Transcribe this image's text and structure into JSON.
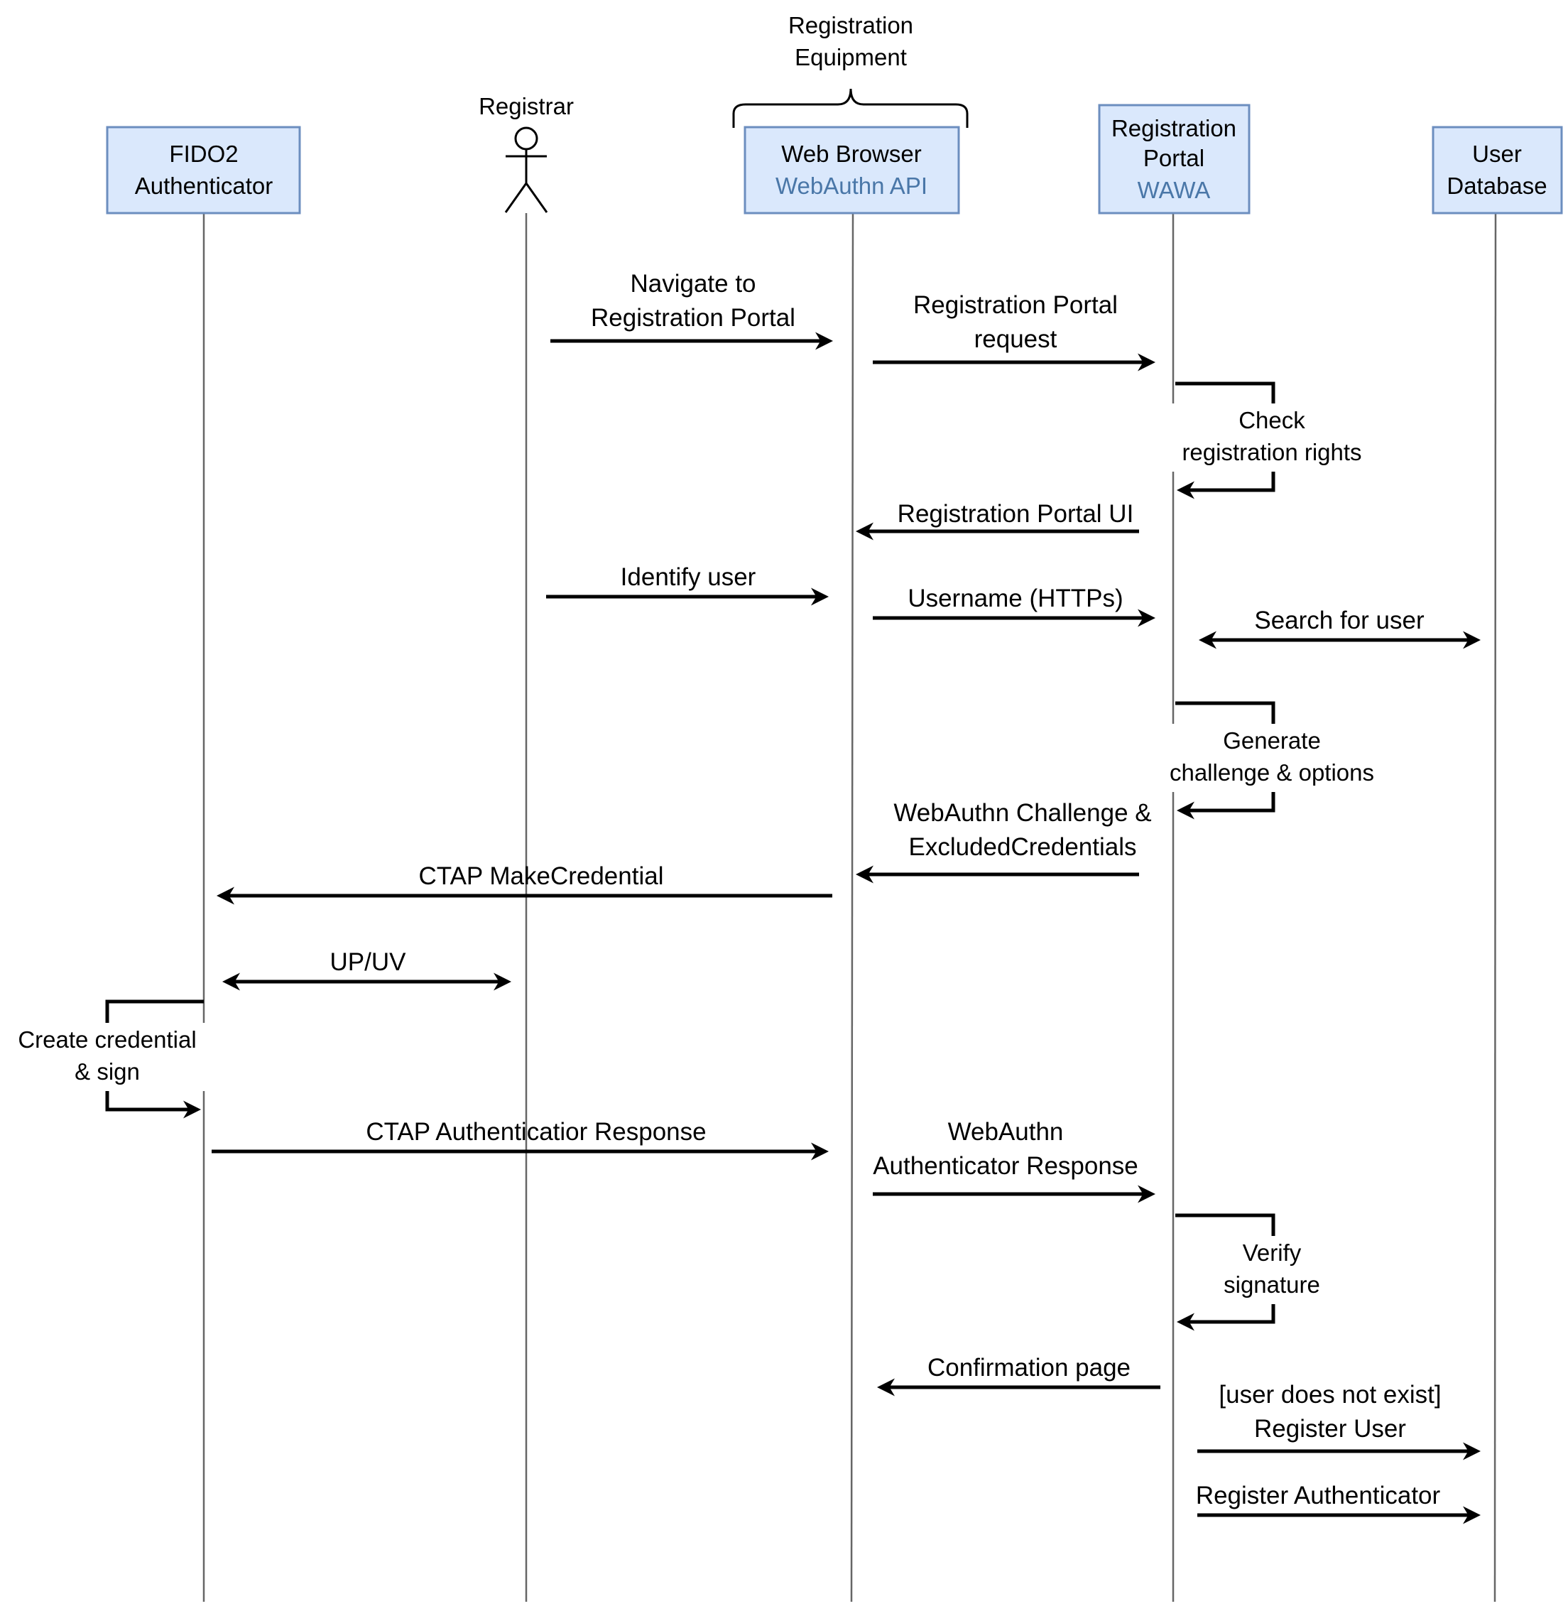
{
  "group_label": [
    "Registration",
    "Equipment"
  ],
  "participants": {
    "fido": {
      "lines": [
        "FIDO2",
        "Authenticator"
      ]
    },
    "registrar": {
      "label": "Registrar"
    },
    "browser": {
      "line1": "Web Browser",
      "line2": "WebAuthn API"
    },
    "portal": {
      "line1": "Registration",
      "line2": "Portal",
      "line3": "WAWA"
    },
    "database": {
      "lines": [
        "User",
        "Database"
      ]
    }
  },
  "messages": {
    "m1": [
      "Navigate to",
      "Registration Portal"
    ],
    "m2": [
      "Registration Portal",
      "request"
    ],
    "m3": [
      "Check",
      "registration rights"
    ],
    "m4": "Registration Portal UI",
    "m5": "Identify user",
    "m6": "Username (HTTPs)",
    "m7": "Search for user",
    "m8": [
      "Generate",
      "challenge & options"
    ],
    "m9": [
      "WebAuthn Challenge &",
      "ExcludedCredentials"
    ],
    "m10": "CTAP MakeCredential",
    "m11": "UP/UV",
    "m12": [
      "Create credential",
      "& sign"
    ],
    "m13": "CTAP Authenticatior Response",
    "m14": [
      "WebAuthn",
      "Authenticator Response"
    ],
    "m15": [
      "Verify",
      "signature"
    ],
    "m16": "Confirmation page",
    "m17": [
      "[user does not exist]",
      "Register User"
    ],
    "m18": "Register Authenticator"
  },
  "colors": {
    "box_fill": "#dae8fc",
    "box_stroke": "#6c8ebf",
    "api_text": "#4a77a8",
    "lifeline": "#666666"
  }
}
